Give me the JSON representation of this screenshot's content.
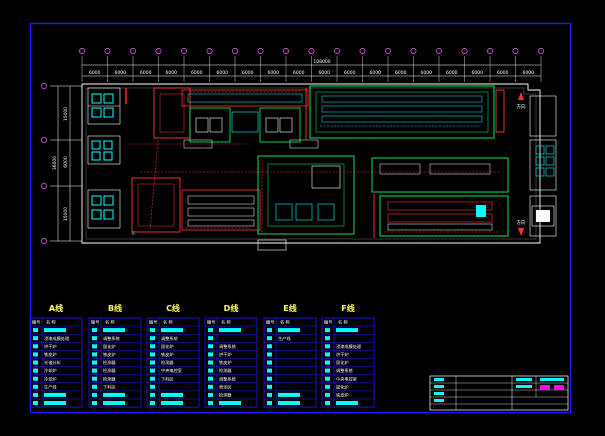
{
  "drawing": {
    "top_dims": [
      "6000",
      "6000",
      "6000",
      "6000",
      "6000",
      "6000",
      "6000",
      "6000",
      "6000",
      "6000",
      "6000",
      "6000",
      "6000",
      "6000",
      "6000",
      "6000",
      "6000",
      "6000"
    ],
    "total_dim": "108000",
    "left_dims": [
      "15000",
      "6000",
      "15000"
    ],
    "left_total": "36000",
    "labels": {
      "north_arrow": "方向",
      "south_arrow": "方向",
      "sw_mark": "K"
    },
    "colors": {
      "background": "#000000",
      "border": "#1a1aff",
      "wall": "#ff3333",
      "equipment": "#00ff66",
      "machine": "#00ffff",
      "frame": "#ffffff",
      "accent": "#ff00ff"
    }
  },
  "legend": {
    "header_num": "编号",
    "header_name": "名 称",
    "tables": [
      {
        "title": "A线",
        "items": [
          "",
          "浸漆成膜处理",
          "烘干炉",
          "铁皮炉",
          "光谱分析",
          "冷却炉",
          "冷却炉",
          "生产线",
          "",
          ""
        ]
      },
      {
        "title": "B线",
        "items": [
          "",
          "调整系统",
          "固化炉",
          "铁皮炉",
          "检测器",
          "检测器",
          "检测器",
          "下料区",
          "",
          ""
        ]
      },
      {
        "title": "C线",
        "items": [
          "",
          "调整系统",
          "固化炉",
          "铁皮炉",
          "检测器",
          "中央电控室",
          "下料区",
          "",
          "",
          ""
        ]
      },
      {
        "title": "D线",
        "items": [
          "",
          "",
          "调整系统",
          "烘干炉",
          "铁皮炉",
          "检测器",
          "调整系统",
          "喷涂区",
          "检测器",
          ""
        ]
      },
      {
        "title": "E线",
        "items": [
          "",
          "生产线",
          "",
          "",
          "",
          "",
          "",
          "",
          "",
          ""
        ]
      },
      {
        "title": "F线",
        "items": [
          "",
          "",
          "浸漆成膜处理",
          "烘干炉",
          "固化炉",
          "调整系统",
          "中央电控室",
          "固化炉",
          "铁皮炉",
          ""
        ]
      }
    ]
  }
}
